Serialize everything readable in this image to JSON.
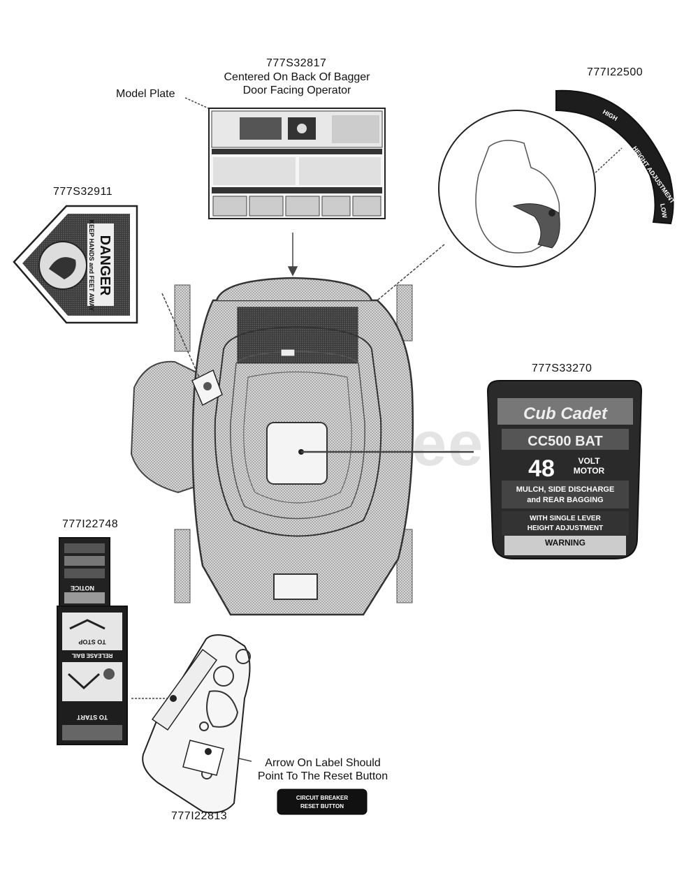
{
  "parts": {
    "p_777S32817": "777S32817",
    "p_777I22500": "777I22500",
    "p_777S32911": "777S32911",
    "p_777S33270": "777S33270",
    "p_777I22748": "777I22748",
    "p_777I22813": "777I22813"
  },
  "callouts": {
    "bagger_line1": "Centered On Back Of Bagger",
    "bagger_line2": "Door Facing Operator",
    "model_plate": "Model Plate",
    "arrow_line1": "Arrow On Label Should",
    "arrow_line2": "Point To The Reset Button"
  },
  "decals": {
    "danger_title": "DANGER",
    "danger_sub": "KEEP HANDS and FEET AWAY",
    "height_high": "HIGH",
    "height_mid": "HEIGHT ADJUSTMENT",
    "height_low": "LOW",
    "motor_brand": "Cub Cadet",
    "motor_model": "CC500 BAT",
    "motor_volt": "48",
    "motor_volt_unit1": "VOLT",
    "motor_volt_unit2": "MOTOR",
    "motor_line1": "MULCH, SIDE DISCHARGE",
    "motor_line2": "and REAR BAGGING",
    "motor_line3": "WITH SINGLE LEVER",
    "motor_line4": "HEIGHT ADJUSTMENT",
    "motor_warning": "WARNING",
    "start_to_stop": "TO STOP",
    "start_release": "RELEASE BAIL",
    "start_to_start": "TO START",
    "start_notice": "NOTICE",
    "reset_line1": "CIRCUIT BREAKER",
    "reset_line2": "RESET BUTTON"
  },
  "watermark": "PartsTree"
}
